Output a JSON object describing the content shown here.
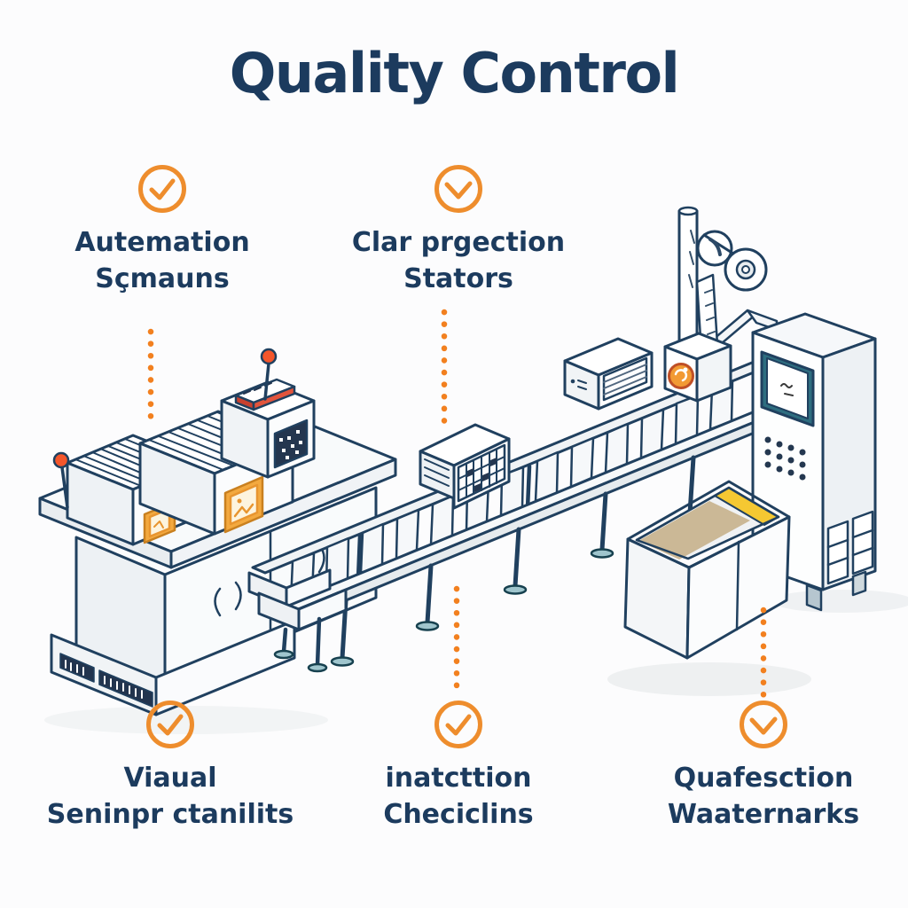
{
  "title": "Quality Control",
  "colors": {
    "navy_text": "#1c3b5e",
    "outline_navy": "#20405f",
    "accent_orange": "#ee8d2d",
    "dotted_line_orange": "#f2801f",
    "antenna_red_orange": "#f4562b",
    "screen_teal": "#2e6e80",
    "box_flap_yellow": "#f5c832",
    "box_floor_tan": "#cbb896",
    "label_red": "#c8402e",
    "machine_fill_light": "#f2f4f6",
    "background": "#fcfcfd"
  },
  "checkpoints_top": [
    {
      "id": "automation",
      "icon": "check-circle-icon",
      "line1": "Autemation",
      "line2": "Sçmauns"
    },
    {
      "id": "projection",
      "icon": "chevron-circle-icon",
      "line1": "Clar prgection",
      "line2": "Stators"
    }
  ],
  "checkpoints_bottom": [
    {
      "id": "visual",
      "icon": "check-circle-icon",
      "line1": "Viaual",
      "line2": "Seninpr ctanilits"
    },
    {
      "id": "inspection",
      "icon": "check-circle-icon",
      "line1": "inatcttion",
      "line2": "Checiclins"
    },
    {
      "id": "watermarks",
      "icon": "chevron-circle-icon",
      "line1": "Quafesction",
      "line2": "Waaternarks"
    }
  ]
}
